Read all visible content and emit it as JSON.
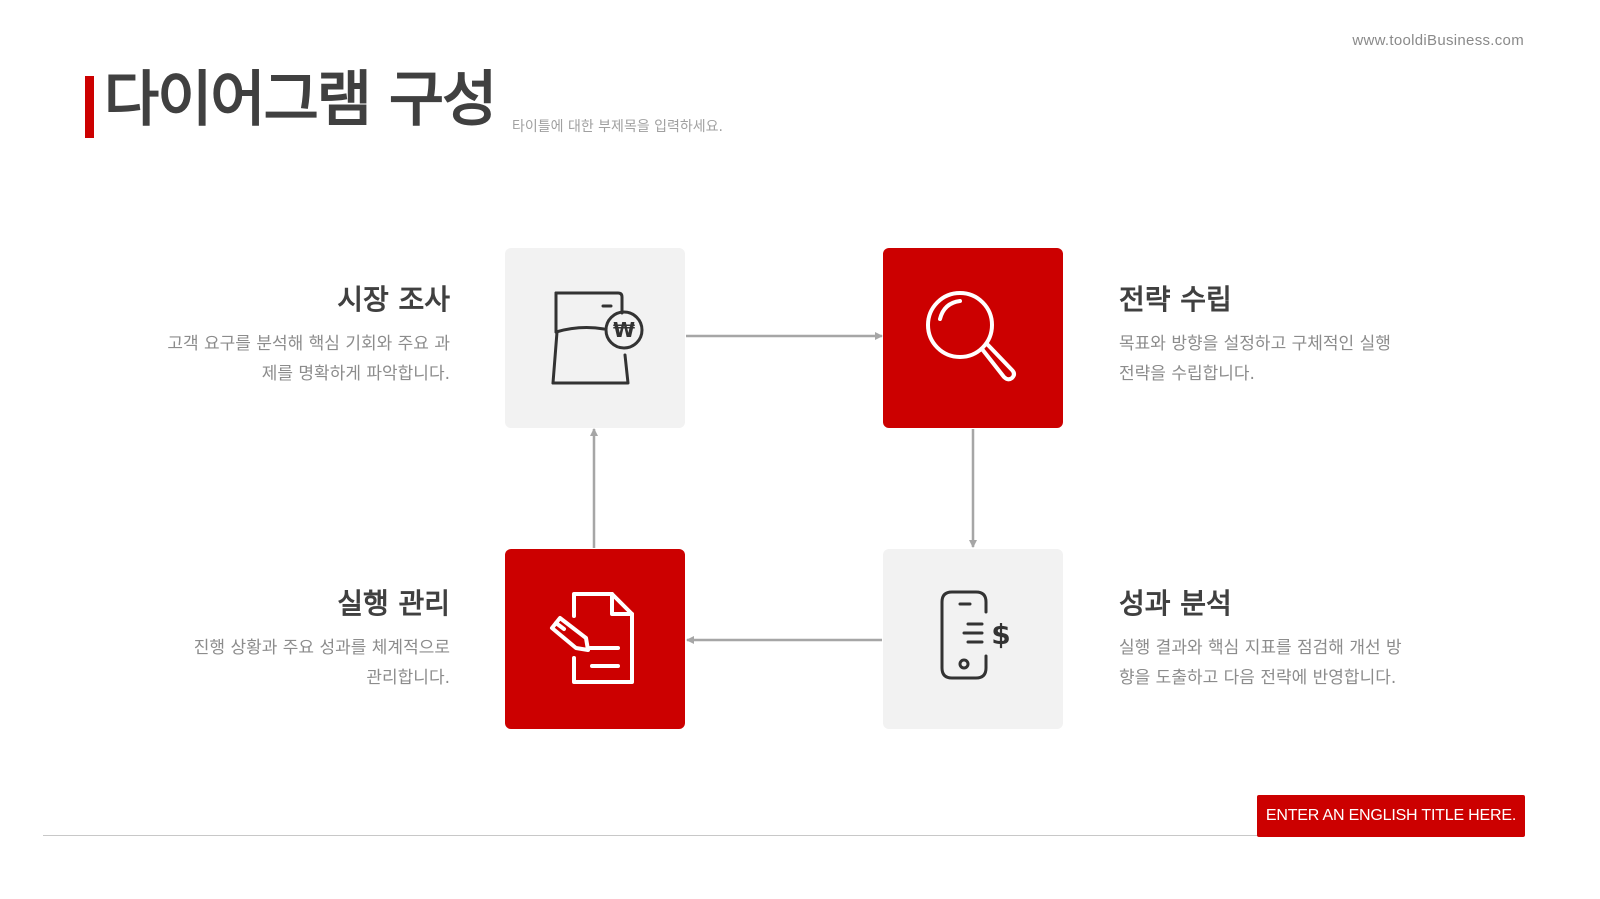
{
  "header": {
    "website": "www.tooldiBusiness.com",
    "title": "다이어그램 구성",
    "subtitle": "타이틀에 대한 부제목을 입력하세요."
  },
  "steps": [
    {
      "title": "시장 조사",
      "desc_line1": "고객 요구를 분석해 핵심 기회와 주요 과",
      "desc_line2": "제를 명확하게 파악합니다.",
      "icon": "wallet-won-icon"
    },
    {
      "title": "전략 수립",
      "desc_line1": "목표와 방향을 설정하고 구체적인 실행",
      "desc_line2": "전략을 수립합니다.",
      "icon": "magnifier-icon"
    },
    {
      "title": "성과 분석",
      "desc_line1": "실행 결과와 핵심 지표를 점검해 개선 방",
      "desc_line2": "향을 도출하고 다음 전략에 반영합니다.",
      "icon": "mobile-dollar-icon"
    },
    {
      "title": "실행 관리",
      "desc_line1": "진행 상황과 주요 성과를 체계적으로",
      "desc_line2": "관리합니다.",
      "icon": "document-edit-icon"
    }
  ],
  "footer": {
    "english_title": "ENTER AN ENGLISH TITLE HERE."
  },
  "colors": {
    "accent": "#cc0000",
    "box_gray": "#f2f2f2",
    "text_dark": "#404040",
    "text_light": "#8c8c8c",
    "arrow": "#a6a6a6"
  }
}
